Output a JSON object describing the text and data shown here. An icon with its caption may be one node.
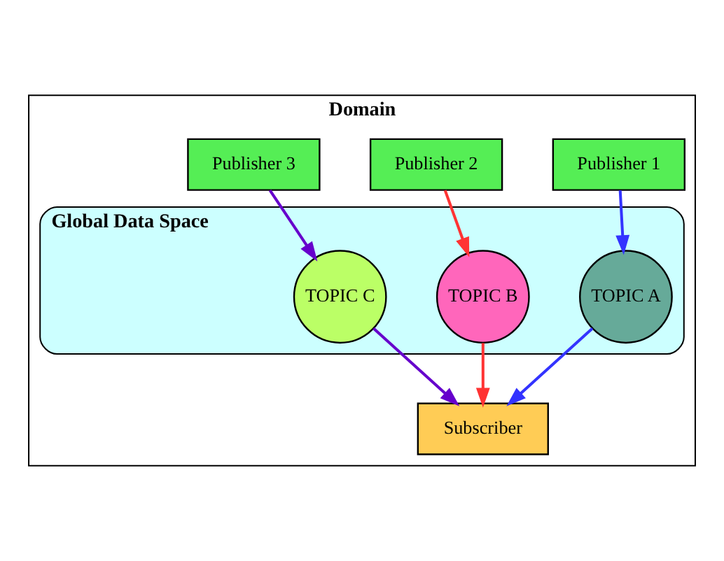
{
  "diagram": {
    "nodes": [
      {
        "text": [
          "Domain"
        ]
      },
      {
        "text": [
          "Publisher 1"
        ],
        "in": 0
      },
      {
        "text": [
          "Publisher 2"
        ],
        "in": 0
      },
      {
        "text": [
          "Publisher 3"
        ],
        "in": 0
      },
      {
        "text": [
          "Global Data Space"
        ],
        "in": 0
      },
      {
        "text": [
          "TOPIC A"
        ],
        "in": 4
      },
      {
        "text": [
          "TOPIC B"
        ],
        "in": 4
      },
      {
        "text": [
          "TOPIC C"
        ],
        "in": 4
      },
      {
        "text": [
          "Subscriber"
        ],
        "in": 0
      }
    ],
    "edges": [
      {
        "from": 1,
        "to": 5,
        "arrow": "to",
        "color": "#3333ff"
      },
      {
        "from": 2,
        "to": 6,
        "arrow": "to",
        "color": "#ff3333"
      },
      {
        "from": 3,
        "to": 7,
        "arrow": "to",
        "color": "#6600cc"
      },
      {
        "from": 5,
        "to": 8,
        "arrow": "to",
        "color": "#3333ff"
      },
      {
        "from": 6,
        "to": 8,
        "arrow": "to",
        "color": "#ff3333"
      },
      {
        "from": 7,
        "to": 8,
        "arrow": "to",
        "color": "#6600cc"
      }
    ]
  }
}
